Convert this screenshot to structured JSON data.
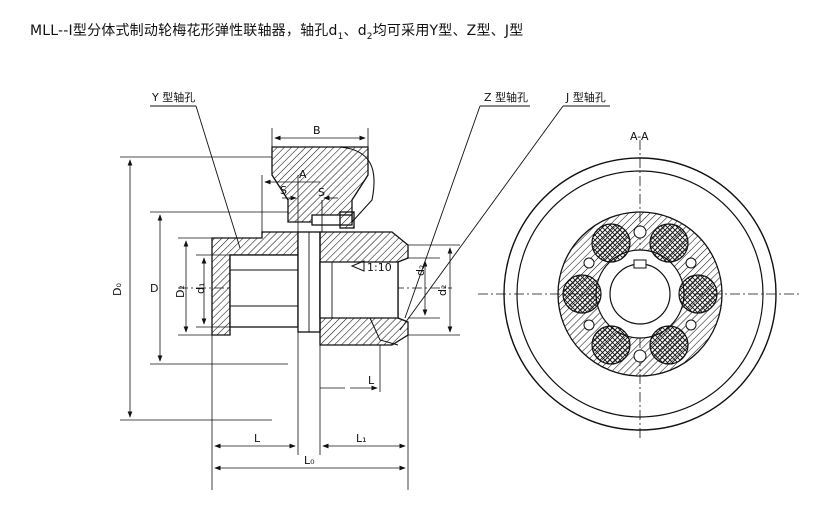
{
  "title": {
    "prefix": "MLL--I型分体式制动轮梅花形弹性联轴器，轴孔d",
    "sub1": "1",
    "mid": "、d",
    "sub2": "2",
    "suffix": "均可采用Y型、Z型、J型"
  },
  "labels": {
    "y_bore": "Y 型轴孔",
    "z_bore": "Z 型轴孔",
    "j_bore": "J 型轴孔",
    "section": "A-A",
    "B": "B",
    "A": "A",
    "S": "S",
    "S1": "S",
    "taper": "1:10",
    "D0": "D₀",
    "D": "D",
    "D2": "D₂",
    "d1": "d₁",
    "d2a": "d₂",
    "d2b": "d₂",
    "L": "L",
    "L_left": "L",
    "L1": "L₁",
    "L0": "L₀"
  }
}
